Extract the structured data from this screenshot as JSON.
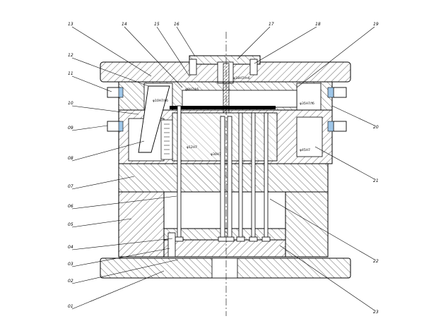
{
  "labels": {
    "left": [
      "13",
      "12",
      "11",
      "10",
      "09",
      "08",
      "07",
      "06",
      "05",
      "04",
      "03",
      "02",
      "01"
    ],
    "top": [
      "14",
      "15",
      "16",
      "17",
      "18",
      "19"
    ],
    "right": [
      "20",
      "21",
      "22",
      "23"
    ]
  },
  "notes": [
    "φ8H7/k6",
    "φ18H7/m6",
    "φ10H7/k6",
    "φ35H7/f6",
    "φ45H7",
    "φ30H7",
    "φ12H7"
  ],
  "colors": {
    "line": "#000000",
    "hatch": "#000000",
    "fitting": "#9ec6e8"
  }
}
